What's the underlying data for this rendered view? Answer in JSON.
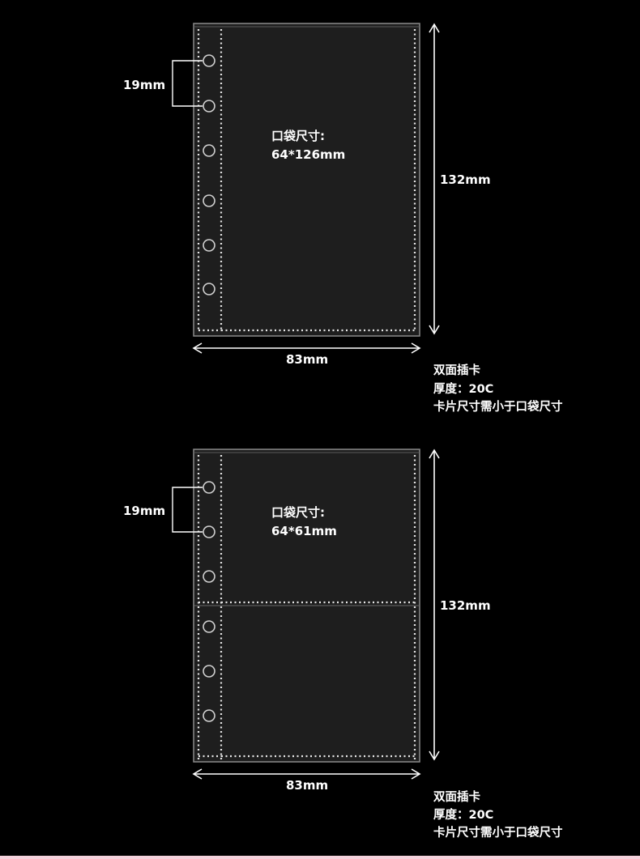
{
  "colors": {
    "background": "#000000",
    "sleeve_fill": "#1e1e1e",
    "sleeve_edge": "#8a8a8a",
    "stitch": "#e6e6e6",
    "ring_hole": "#d0d0d0",
    "dimension_line": "#ffffff",
    "bottom_strip": "#f4d2dc"
  },
  "diagrams": [
    {
      "id": "single-pocket",
      "hole_spacing_label": "19mm",
      "height_label": "132mm",
      "width_label": "83mm",
      "pocket_label_line1": "口袋尺寸:",
      "pocket_label_line2": "64*126mm",
      "notes": [
        "双面插卡",
        "厚度：20C",
        "卡片尺寸需小于口袋尺寸"
      ]
    },
    {
      "id": "double-pocket",
      "hole_spacing_label": "19mm",
      "height_label": "132mm",
      "width_label": "83mm",
      "pocket_label_line1": "口袋尺寸:",
      "pocket_label_line2": "64*61mm",
      "notes": [
        "双面插卡",
        "厚度：20C",
        "卡片尺寸需小于口袋尺寸"
      ]
    }
  ]
}
